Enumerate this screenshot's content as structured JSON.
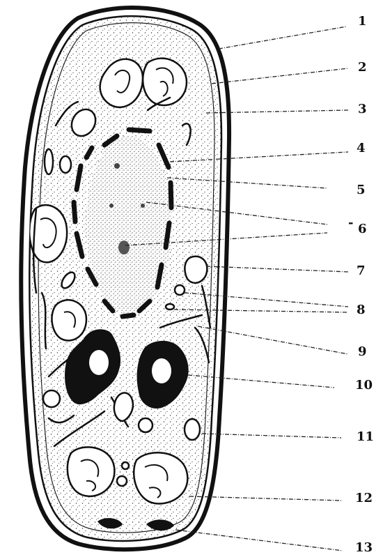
{
  "diagram": {
    "labels": [
      "1",
      "2",
      "3",
      "4",
      "5",
      "6",
      "7",
      "8",
      "9",
      "10",
      "11",
      "12",
      "13"
    ],
    "colors": {
      "ink": "#111111",
      "paper": "#ffffff",
      "stipple": "#333333",
      "leader": "#222222"
    }
  }
}
